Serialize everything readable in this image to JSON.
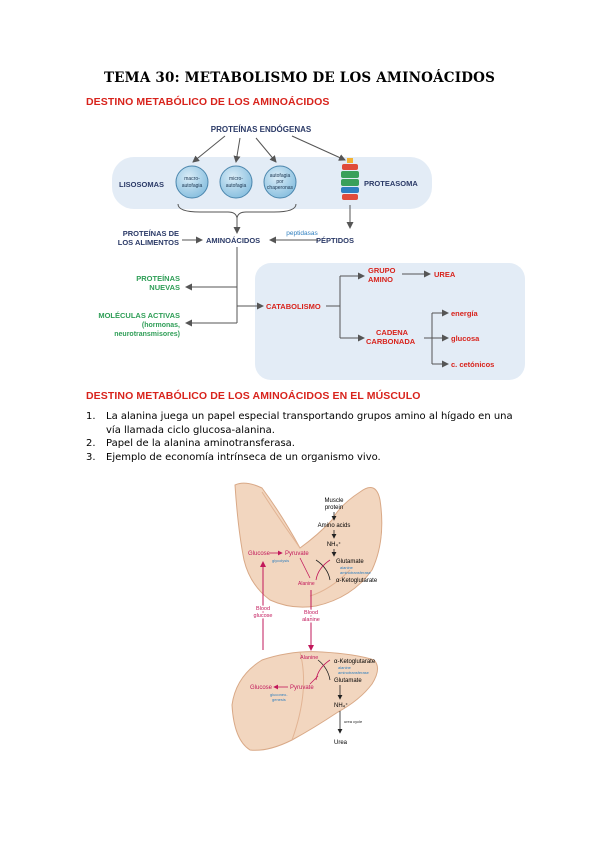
{
  "title": "TEMA 30: METABOLISMO DE LOS AMINOÁCIDOS",
  "section1_heading": "DESTINO METABÓLICO DE LOS AMINOÁCIDOS",
  "section2_heading": "DESTINO METABÓLICO DE LOS AMINOÁCIDOS EN EL MÚSCULO",
  "diagram1": {
    "proteinas_endogenas": "PROTEÍNAS ENDÓGENAS",
    "lisosomas": "LISOSOMAS",
    "macro_1": "macro-",
    "macro_2": "autofagia",
    "micro_1": "micro-",
    "micro_2": "autofagia",
    "chap_1": "autofagia",
    "chap_2": "por",
    "chap_3": "chaperonas",
    "proteasoma": "PROTEASOMA",
    "prot_alimentos_1": "PROTEÍNAS DE",
    "prot_alimentos_2": "LOS ALIMENTOS",
    "aminoacidos": "AMINOÁCIDOS",
    "peptidasas": "peptidasas",
    "peptidos": "PÉPTIDOS",
    "prot_nuevas_1": "PROTEÍNAS",
    "prot_nuevas_2": "NUEVAS",
    "mol_activas_1": "MOLÉCULAS ACTIVAS",
    "mol_activas_2": "(hormonas,",
    "mol_activas_3": "neurotransmisores)",
    "catabolismo": "CATABOLISMO",
    "grupo_amino_1": "GRUPO",
    "grupo_amino_2": "AMINO",
    "urea": "UREA",
    "cadena_1": "CADENA",
    "cadena_2": "CARBONADA",
    "energia": "energía",
    "glucosa": "glucosa",
    "cetonicos": "c. cetónicos"
  },
  "list": [
    {
      "num": "1.",
      "text": "La alanina juega un papel especial transportando grupos amino al hígado en una vía llamada ciclo glucosa-alanina."
    },
    {
      "num": "2.",
      "text": "Papel de la alanina aminotransferasa."
    },
    {
      "num": "3.",
      "text": "Ejemplo de economía intrínseca de un organismo vivo."
    }
  ],
  "diagram2": {
    "muscle_protein_1": "Muscle",
    "muscle_protein_2": "protein",
    "amino_acids": "Amino acids",
    "nh4_top": "NH₄⁺",
    "glutamate_top": "Glutamate",
    "enzyme_top_1": "alanine",
    "enzyme_top_2": "aminotransferase",
    "ketoglutarate_top": "α-Ketoglutarate",
    "glucose_top": "Glucose",
    "glycolysis": "glycolysis",
    "pyruvate_top": "Pyruvate",
    "alanine_top": "Alanine",
    "blood_glucose_1": "Blood",
    "blood_glucose_2": "glucose",
    "blood_alanine_1": "Blood",
    "blood_alanine_2": "alanine",
    "alanine_bottom": "Alanine",
    "ketoglutarate_bottom": "α-Ketoglutarate",
    "enzyme_bottom_1": "alanine",
    "enzyme_bottom_2": "aminotransferase",
    "glutamate_bottom": "Glutamate",
    "glucose_bottom": "Glucose",
    "gluconeo_1": "gluconeo-",
    "gluconeo_2": "genesis",
    "pyruvate_bottom": "Pyruvate",
    "nh4_bottom": "NH₄⁺",
    "urea_cycle": "urea cycle",
    "urea": "Urea"
  },
  "colors": {
    "red": "#d8231c",
    "green": "#2f9e57",
    "pink": "#c2185b",
    "navy": "#2b3a67",
    "panel": "#e3ecf6"
  }
}
